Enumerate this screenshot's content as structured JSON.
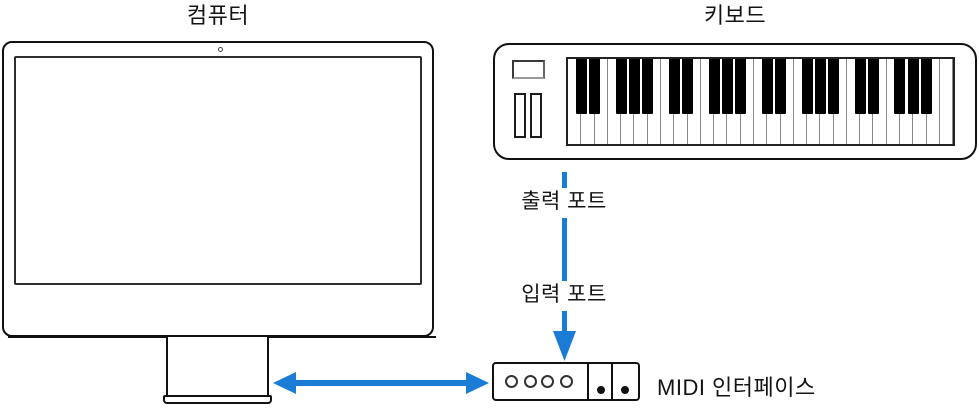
{
  "labels": {
    "computer": "컴퓨터",
    "keyboard": "키보드",
    "output_port": "출력 포트",
    "input_port": "입력 포트",
    "midi_interface": "MIDI 인터페이스"
  },
  "colors": {
    "accent_blue": "#1A7CD4",
    "outline": "#111111"
  },
  "keyboard_graphic": {
    "white_key_count": 29,
    "black_key_boundaries": [
      1,
      2,
      4,
      5,
      6,
      8,
      9,
      11,
      12,
      13,
      15,
      16,
      18,
      19,
      20,
      22,
      23,
      25,
      26,
      27
    ]
  },
  "midi_interface_graphic": {
    "round_port_count": 4,
    "indicator_dot_count": 2
  }
}
